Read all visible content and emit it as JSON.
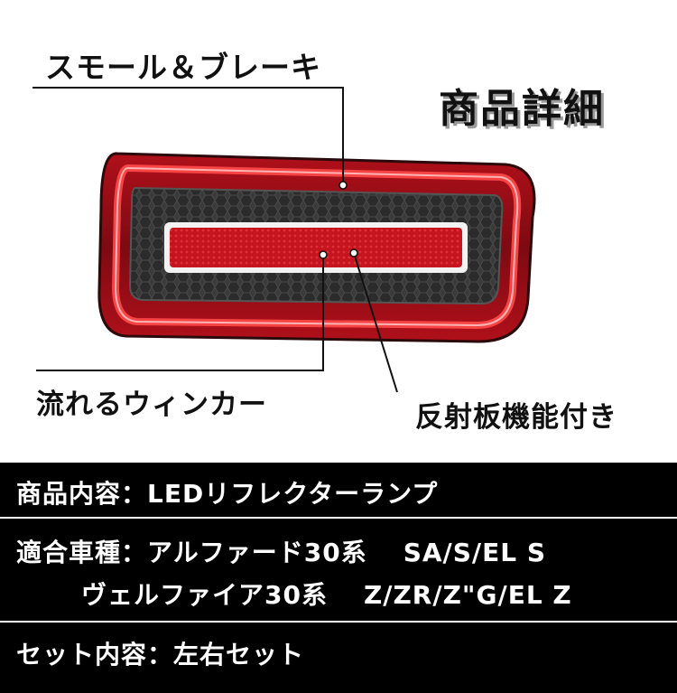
{
  "title": "商品詳細",
  "callouts": {
    "small_brake": "スモール＆ブレーキ",
    "flowing_winker": "流れるウィンカー",
    "reflector": "反射板機能付き"
  },
  "details": {
    "product_label": "商品内容：",
    "product_value": "LEDリフレクターランプ",
    "fit_label": "適合車種：",
    "fit_line1_model": "アルファード30系",
    "fit_line1_grades": "SA/S/EL S",
    "fit_line2_model": "ヴェルファイア30系",
    "fit_line2_grades": "Z/ZR/Z\"G/EL Z",
    "set_label": "セット内容：",
    "set_value": "左右セット"
  },
  "colors": {
    "lamp_red": "#d0121b",
    "lamp_glow": "#ff4a4a",
    "lamp_body": "#2a2a2a",
    "band_bg": "#000000"
  },
  "icons": [
    "lamp-image",
    "callout-dot"
  ]
}
